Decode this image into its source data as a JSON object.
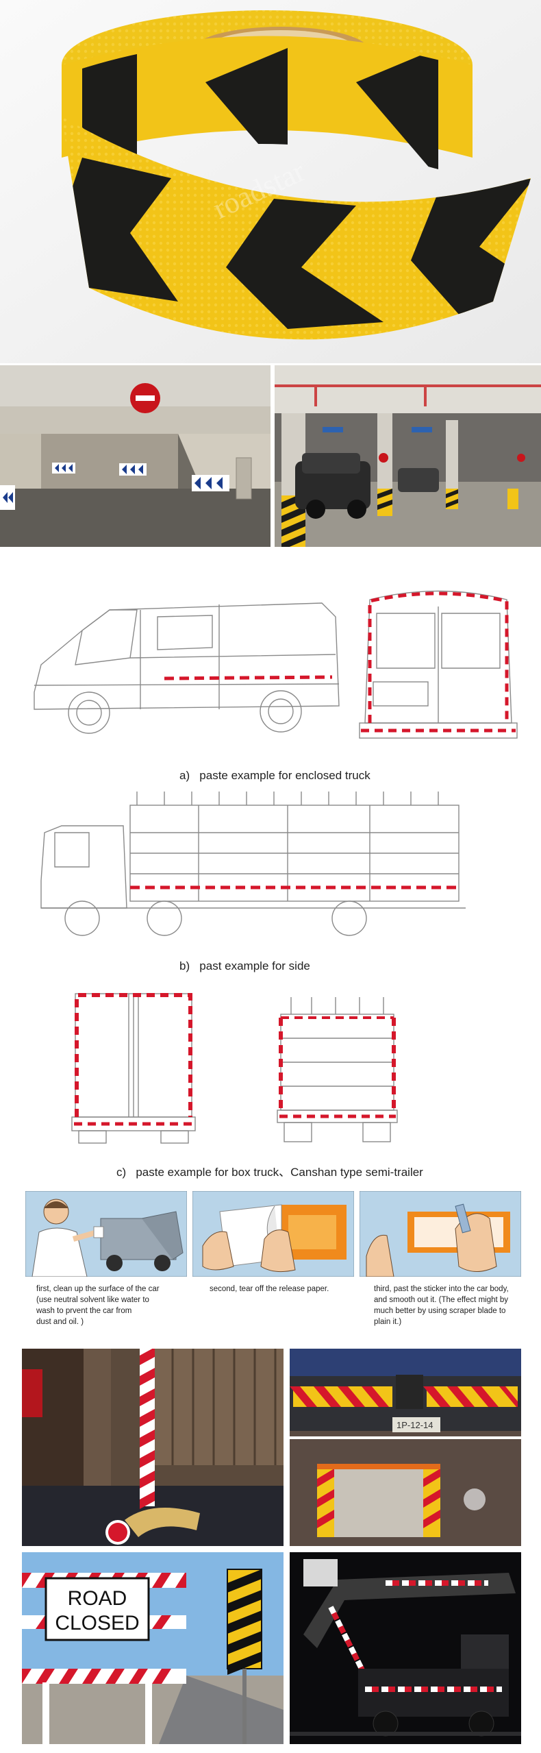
{
  "hero": {
    "watermark": "roadstar",
    "tape_colors": {
      "yellow": "#f2c418",
      "black": "#1c1c1a"
    }
  },
  "captions": {
    "enclosed_truck": "a)   paste example for enclosed truck",
    "side": "b)   past example for side",
    "box_truck": "c)   paste example for box truck、Canshan type semi-trailer"
  },
  "steps": [
    {
      "text": "first, clean up the surface of the car\n(use neutral solvent like water to\n wash to prvent the car from\ndust and oil. )"
    },
    {
      "text": "second, tear off the  release paper."
    },
    {
      "text": "third,  past the sticker into the car body,\nand smooth out it. (The effect might by\nmuch better by using scraper blade to\nplain it.)"
    }
  ],
  "photos": {
    "truck_plate": "1P-12-14",
    "road_sign_line1": "ROAD",
    "road_sign_line2": "CLOSED"
  },
  "colors": {
    "reflective_red": "#d5172b",
    "reflective_white": "#ffffff",
    "line_gray": "#9a9a9a"
  }
}
